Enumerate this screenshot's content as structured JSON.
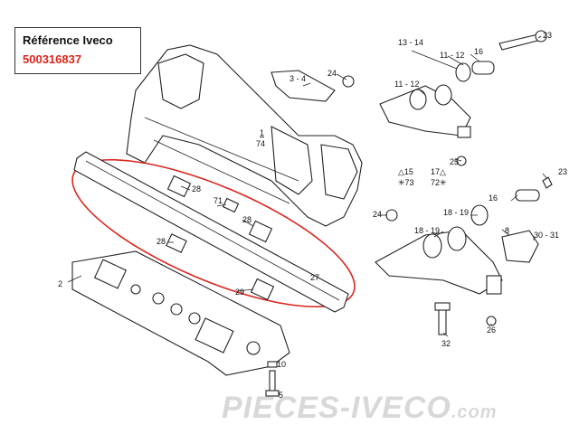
{
  "reference": {
    "title": "Référence Iveco",
    "number": "500316837"
  },
  "labels": {
    "p1": "1",
    "p74": "74",
    "p2": "2",
    "p3_4": "3 - 4",
    "p5": "5",
    "p8": "8",
    "p10": "10",
    "p11_12a": "11 - 12",
    "p11_12b": "11 - 12",
    "p13_14": "13 - 14",
    "p15": "△15",
    "p73": "✳73",
    "p16a": "16",
    "p16b": "16",
    "p17": "17△",
    "p72": "72✳",
    "p18_19a": "18 - 19",
    "p18_19b": "18 - 19",
    "p23a": "23",
    "p23b": "23",
    "p24a": "24",
    "p24b": "24",
    "p25": "25",
    "p26": "26",
    "p27": "27",
    "p28a": "28",
    "p28b": "28",
    "p28c": "28",
    "p29": "29",
    "p30_31": "30 - 31",
    "p32": "32",
    "p71": "71"
  },
  "watermark": {
    "main": "PIECES-IVECO",
    "suffix": ".com"
  },
  "colors": {
    "highlight": "#d9251d",
    "reference_number": "#e0241b",
    "line": "#222222"
  }
}
